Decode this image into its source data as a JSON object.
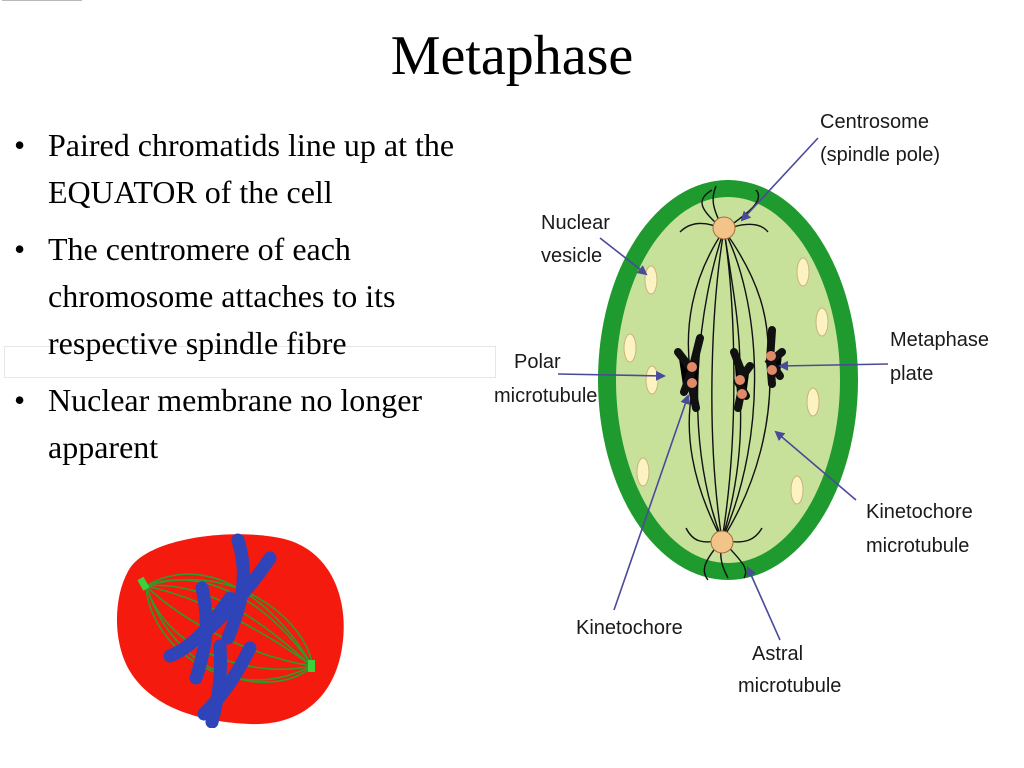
{
  "slide": {
    "title": "Metaphase",
    "bullets": [
      "Paired chromatids line up at the EQUATOR of the cell",
      "The centromere of each chromosome attaches to its respective spindle fibre",
      "Nuclear membrane no longer apparent"
    ],
    "bullet_glyph": "•"
  },
  "diagram": {
    "labels": {
      "centrosome_1": "Centrosome",
      "centrosome_2": "(spindle pole)",
      "nuclear_1": "Nuclear",
      "nuclear_2": "vesicle",
      "polar_1": "Polar",
      "polar_2": "microtubule",
      "metaphase_1": "Metaphase",
      "metaphase_2": "plate",
      "kmt_1": "Kinetochore",
      "kmt_2": "microtubule",
      "kinetochore": "Kinetochore",
      "astral_1": "Astral",
      "astral_2": "microtubule"
    },
    "colors": {
      "cell_wall": "#1e9a2e",
      "cytoplasm": "#c8e19a",
      "vesicle": "#fcf2c2",
      "centrosome": "#f2c48a",
      "chromosome": "#111111",
      "kinetochore": "#e08a6a",
      "arrow": "#4a4a9a"
    }
  },
  "illustration": {
    "colors": {
      "cell": "#f51a0e",
      "spindle": "#2e9a2e",
      "chromosome": "#2f44b8"
    }
  }
}
